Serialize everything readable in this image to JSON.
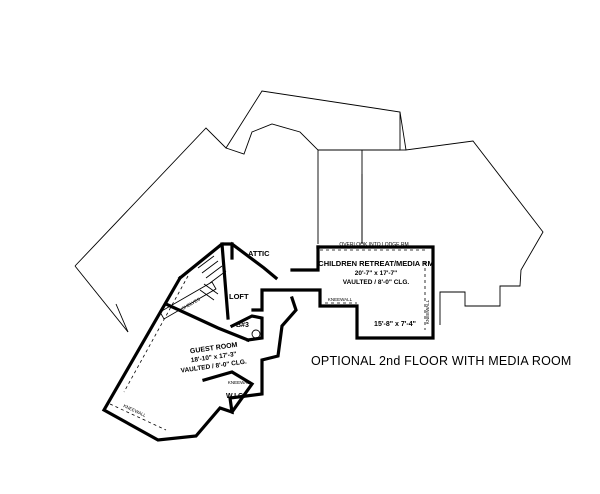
{
  "caption": "OPTIONAL 2nd FLOOR WITH MEDIA ROOM",
  "rooms": {
    "media": {
      "name": "CHILDREN RETREAT/MEDIA RM",
      "dims": "20'-7\" x 17'-7\"",
      "ceiling": "VAULTED / 8'-0\" CLG."
    },
    "storage": {
      "dims": "15'-8\" x 7'-4\""
    },
    "guest": {
      "name": "GUEST ROOM",
      "dims": "18'-10\" x 17'-3\"",
      "ceiling": "VAULTED / 8'-0\" CLG."
    },
    "attic": "ATTIC",
    "loft": "LOFT",
    "bath": "B#3",
    "wic": "W.I.C.",
    "overlook": "OVERLOOK INTO LODGE RM",
    "kneewall": "KNEEWALL",
    "shelf_note": "2 SHELVES"
  }
}
